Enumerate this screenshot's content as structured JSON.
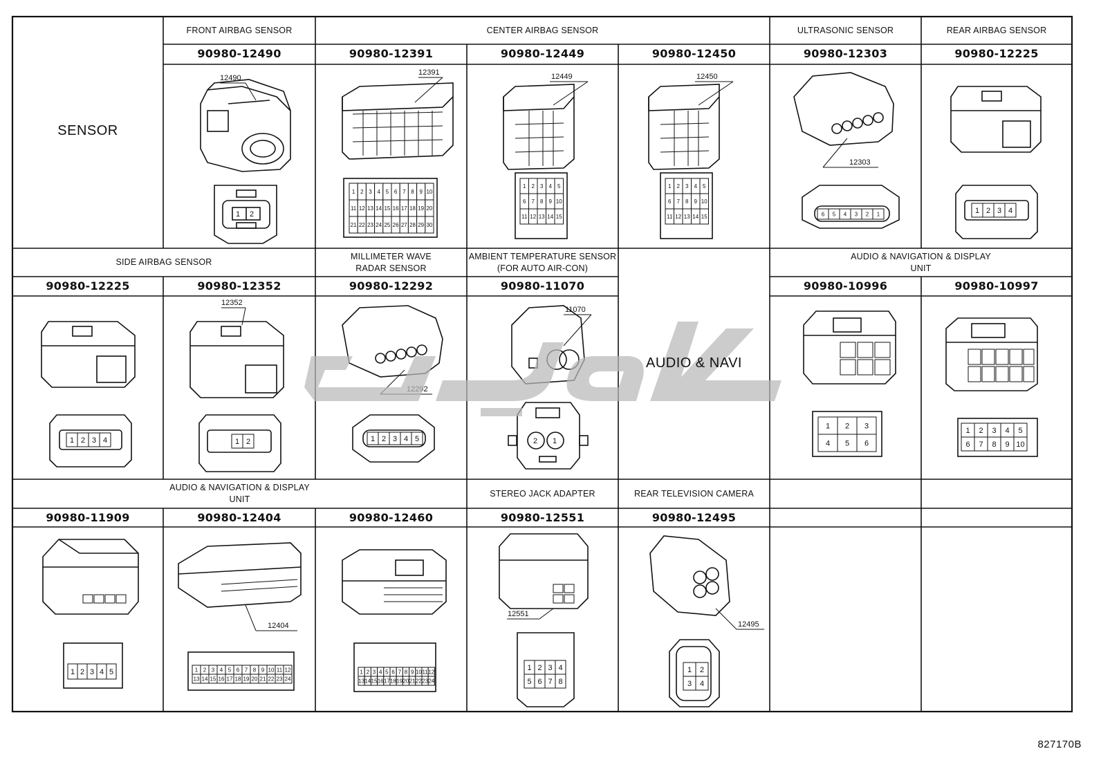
{
  "sheet_reference": "827170B",
  "rows": [
    {
      "row_label": "SENSOR",
      "groups": [
        {
          "title": "FRONT AIRBAG SENSOR",
          "span": 1
        },
        {
          "title": "CENTER AIRBAG SENSOR",
          "span": 3
        },
        {
          "title": "ULTRASONIC SENSOR",
          "span": 1
        },
        {
          "title": "REAR AIRBAG SENSOR",
          "span": 1
        }
      ],
      "connectors": [
        {
          "part": "90980-12490",
          "callout": "12490",
          "pins": [
            "1",
            "2"
          ]
        },
        {
          "part": "90980-12391",
          "callout": "12391",
          "pins": [
            "1",
            "2",
            "3",
            "4",
            "5",
            "6",
            "7",
            "8",
            "9",
            "10",
            "11",
            "12",
            "13",
            "14",
            "15",
            "16",
            "17",
            "18",
            "19",
            "20",
            "21",
            "22",
            "23",
            "24",
            "25",
            "26",
            "27",
            "28",
            "29",
            "30"
          ]
        },
        {
          "part": "90980-12449",
          "callout": "12449",
          "pins": [
            "1",
            "2",
            "3",
            "4",
            "5",
            "6",
            "7",
            "8",
            "9",
            "10",
            "11",
            "12",
            "13",
            "14",
            "15"
          ]
        },
        {
          "part": "90980-12450",
          "callout": "12450",
          "pins": [
            "1",
            "2",
            "3",
            "4",
            "5",
            "6",
            "7",
            "8",
            "9",
            "10",
            "11",
            "12",
            "13",
            "14",
            "15"
          ]
        },
        {
          "part": "90980-12303",
          "callout": "12303",
          "pins": [
            "6",
            "5",
            "4",
            "3",
            "2",
            "1"
          ]
        },
        {
          "part": "90980-12225",
          "callout": "",
          "pins": [
            "1",
            "2",
            "3",
            "4"
          ]
        }
      ]
    },
    {
      "groups": [
        {
          "title": "SIDE AIRBAG SENSOR",
          "span": 2
        },
        {
          "title": "MILLIMETER WAVE\nRADAR SENSOR",
          "span": 1
        },
        {
          "title": "AMBIENT TEMPERATURE SENSOR\n(FOR AUTO AIR-CON)",
          "span": 1
        },
        {
          "title": "",
          "span": 1
        },
        {
          "title": "AUDIO & NAVIGATION & DISPLAY\nUNIT",
          "span": 2
        }
      ],
      "merged_label": "AUDIO & NAVI",
      "connectors": [
        {
          "part": "90980-12225",
          "callout": "",
          "pins": [
            "1",
            "2",
            "3",
            "4"
          ]
        },
        {
          "part": "90980-12352",
          "callout": "12352",
          "pins": [
            "1",
            "2"
          ]
        },
        {
          "part": "90980-12292",
          "callout": "12292",
          "pins": [
            "1",
            "2",
            "3",
            "4",
            "5"
          ]
        },
        {
          "part": "90980-11070",
          "callout": "11070",
          "pins": [
            "2",
            "1"
          ]
        },
        {
          "part": "90980-10996",
          "callout": "",
          "pins": [
            "1",
            "2",
            "3",
            "4",
            "5",
            "6"
          ]
        },
        {
          "part": "90980-10997",
          "callout": "",
          "pins": [
            "1",
            "2",
            "3",
            "4",
            "5",
            "6",
            "7",
            "8",
            "9",
            "10"
          ]
        }
      ]
    },
    {
      "groups": [
        {
          "title": "AUDIO & NAVIGATION & DISPLAY\nUNIT",
          "span": 3
        },
        {
          "title": "STEREO JACK ADAPTER",
          "span": 1
        },
        {
          "title": "REAR TELEVISION CAMERA",
          "span": 1
        },
        {
          "title": "",
          "span": 1
        },
        {
          "title": "",
          "span": 1
        }
      ],
      "connectors": [
        {
          "part": "90980-11909",
          "callout": "",
          "pins": [
            "1",
            "2",
            "3",
            "4",
            "5"
          ]
        },
        {
          "part": "90980-12404",
          "callout": "12404",
          "pins": [
            "1",
            "2",
            "3",
            "4",
            "5",
            "6",
            "7",
            "8",
            "9",
            "10",
            "11",
            "12",
            "13",
            "14",
            "15",
            "16",
            "17",
            "18",
            "19",
            "20",
            "21",
            "22",
            "23",
            "24"
          ]
        },
        {
          "part": "90980-12460",
          "callout": "",
          "pins": [
            "1",
            "2",
            "3",
            "4",
            "5",
            "6",
            "7",
            "8",
            "9",
            "10",
            "11",
            "12",
            "13",
            "14",
            "15",
            "16",
            "17",
            "18",
            "19",
            "20",
            "21",
            "22",
            "23",
            "24"
          ]
        },
        {
          "part": "90980-12551",
          "callout": "12551",
          "pins": [
            "1",
            "2",
            "3",
            "4",
            "5",
            "6",
            "7",
            "8"
          ]
        },
        {
          "part": "90980-12495",
          "callout": "12495",
          "pins": [
            "1",
            "2",
            "3",
            "4"
          ]
        }
      ]
    }
  ]
}
